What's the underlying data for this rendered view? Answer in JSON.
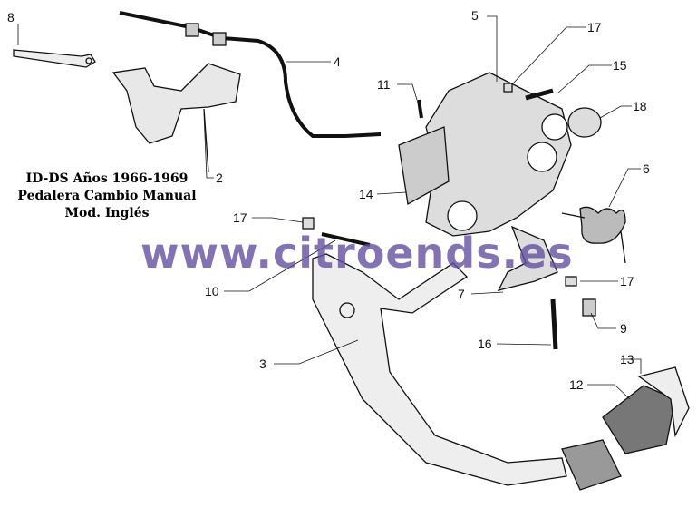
{
  "title": {
    "line1": "ID-DS Años 1966-1969",
    "line2": "Pedalera Cambio Manual",
    "line3": "Mod. Inglés"
  },
  "watermark": "www.citroends.es",
  "watermark_color": "#6a58a8",
  "callouts": [
    "8",
    "4",
    "2",
    "11",
    "5",
    "17",
    "15",
    "18",
    "6",
    "14",
    "17",
    "10",
    "7",
    "17",
    "9",
    "16",
    "3",
    "13",
    "12"
  ]
}
